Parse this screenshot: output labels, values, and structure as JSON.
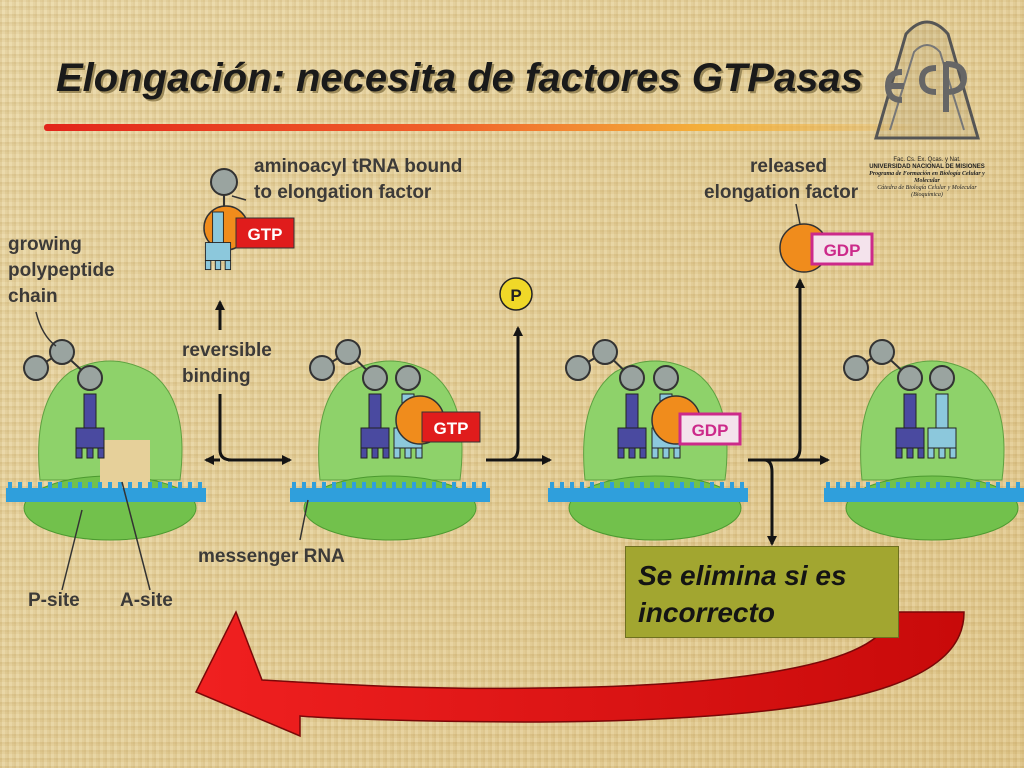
{
  "title": "Elongación: necesita de factores GTPasas",
  "labels": {
    "aminoacyl_line1": "aminoacyl tRNA bound",
    "aminoacyl_line2": "to elongation factor",
    "released_line1": "released",
    "released_line2": "elongation factor",
    "growing_line1": "growing",
    "growing_line2": "polypeptide",
    "growing_line3": "chain",
    "reversible_line1": "reversible",
    "reversible_line2": "binding",
    "messenger": "messenger RNA",
    "psite": "P-site",
    "asite": "A-site"
  },
  "badges": {
    "gtp": "GTP",
    "gdp": "GDP",
    "phosphate": "P"
  },
  "note": {
    "line1": "Se elimina si es",
    "line2": "incorrecto"
  },
  "logo": {
    "line1": "Fac. Cs. Ex. Qcas. y Nat.",
    "line2": "UNIVERSIDAD NACIONAL DE MISIONES",
    "line3": "Programa de Formación en Biología Celular y Molecular",
    "line4": "Cátedra de Biología Celular y Molecular",
    "line5": "(Bioquímica)"
  },
  "colors": {
    "ribosome": "#8ed26a",
    "ribosome_small": "#72c14c",
    "mrna": "#2f9fdc",
    "trna_bound": "#4a4aa0",
    "trna_incoming": "#8cc8dc",
    "factor": "#f08c1c",
    "gtp_badge": "#e01c1c",
    "gdp_badge": "#cc2a8a",
    "phosphate": "#f0d828",
    "arrow_red": "#dd0f0f",
    "note_bg": "#a2a630"
  }
}
